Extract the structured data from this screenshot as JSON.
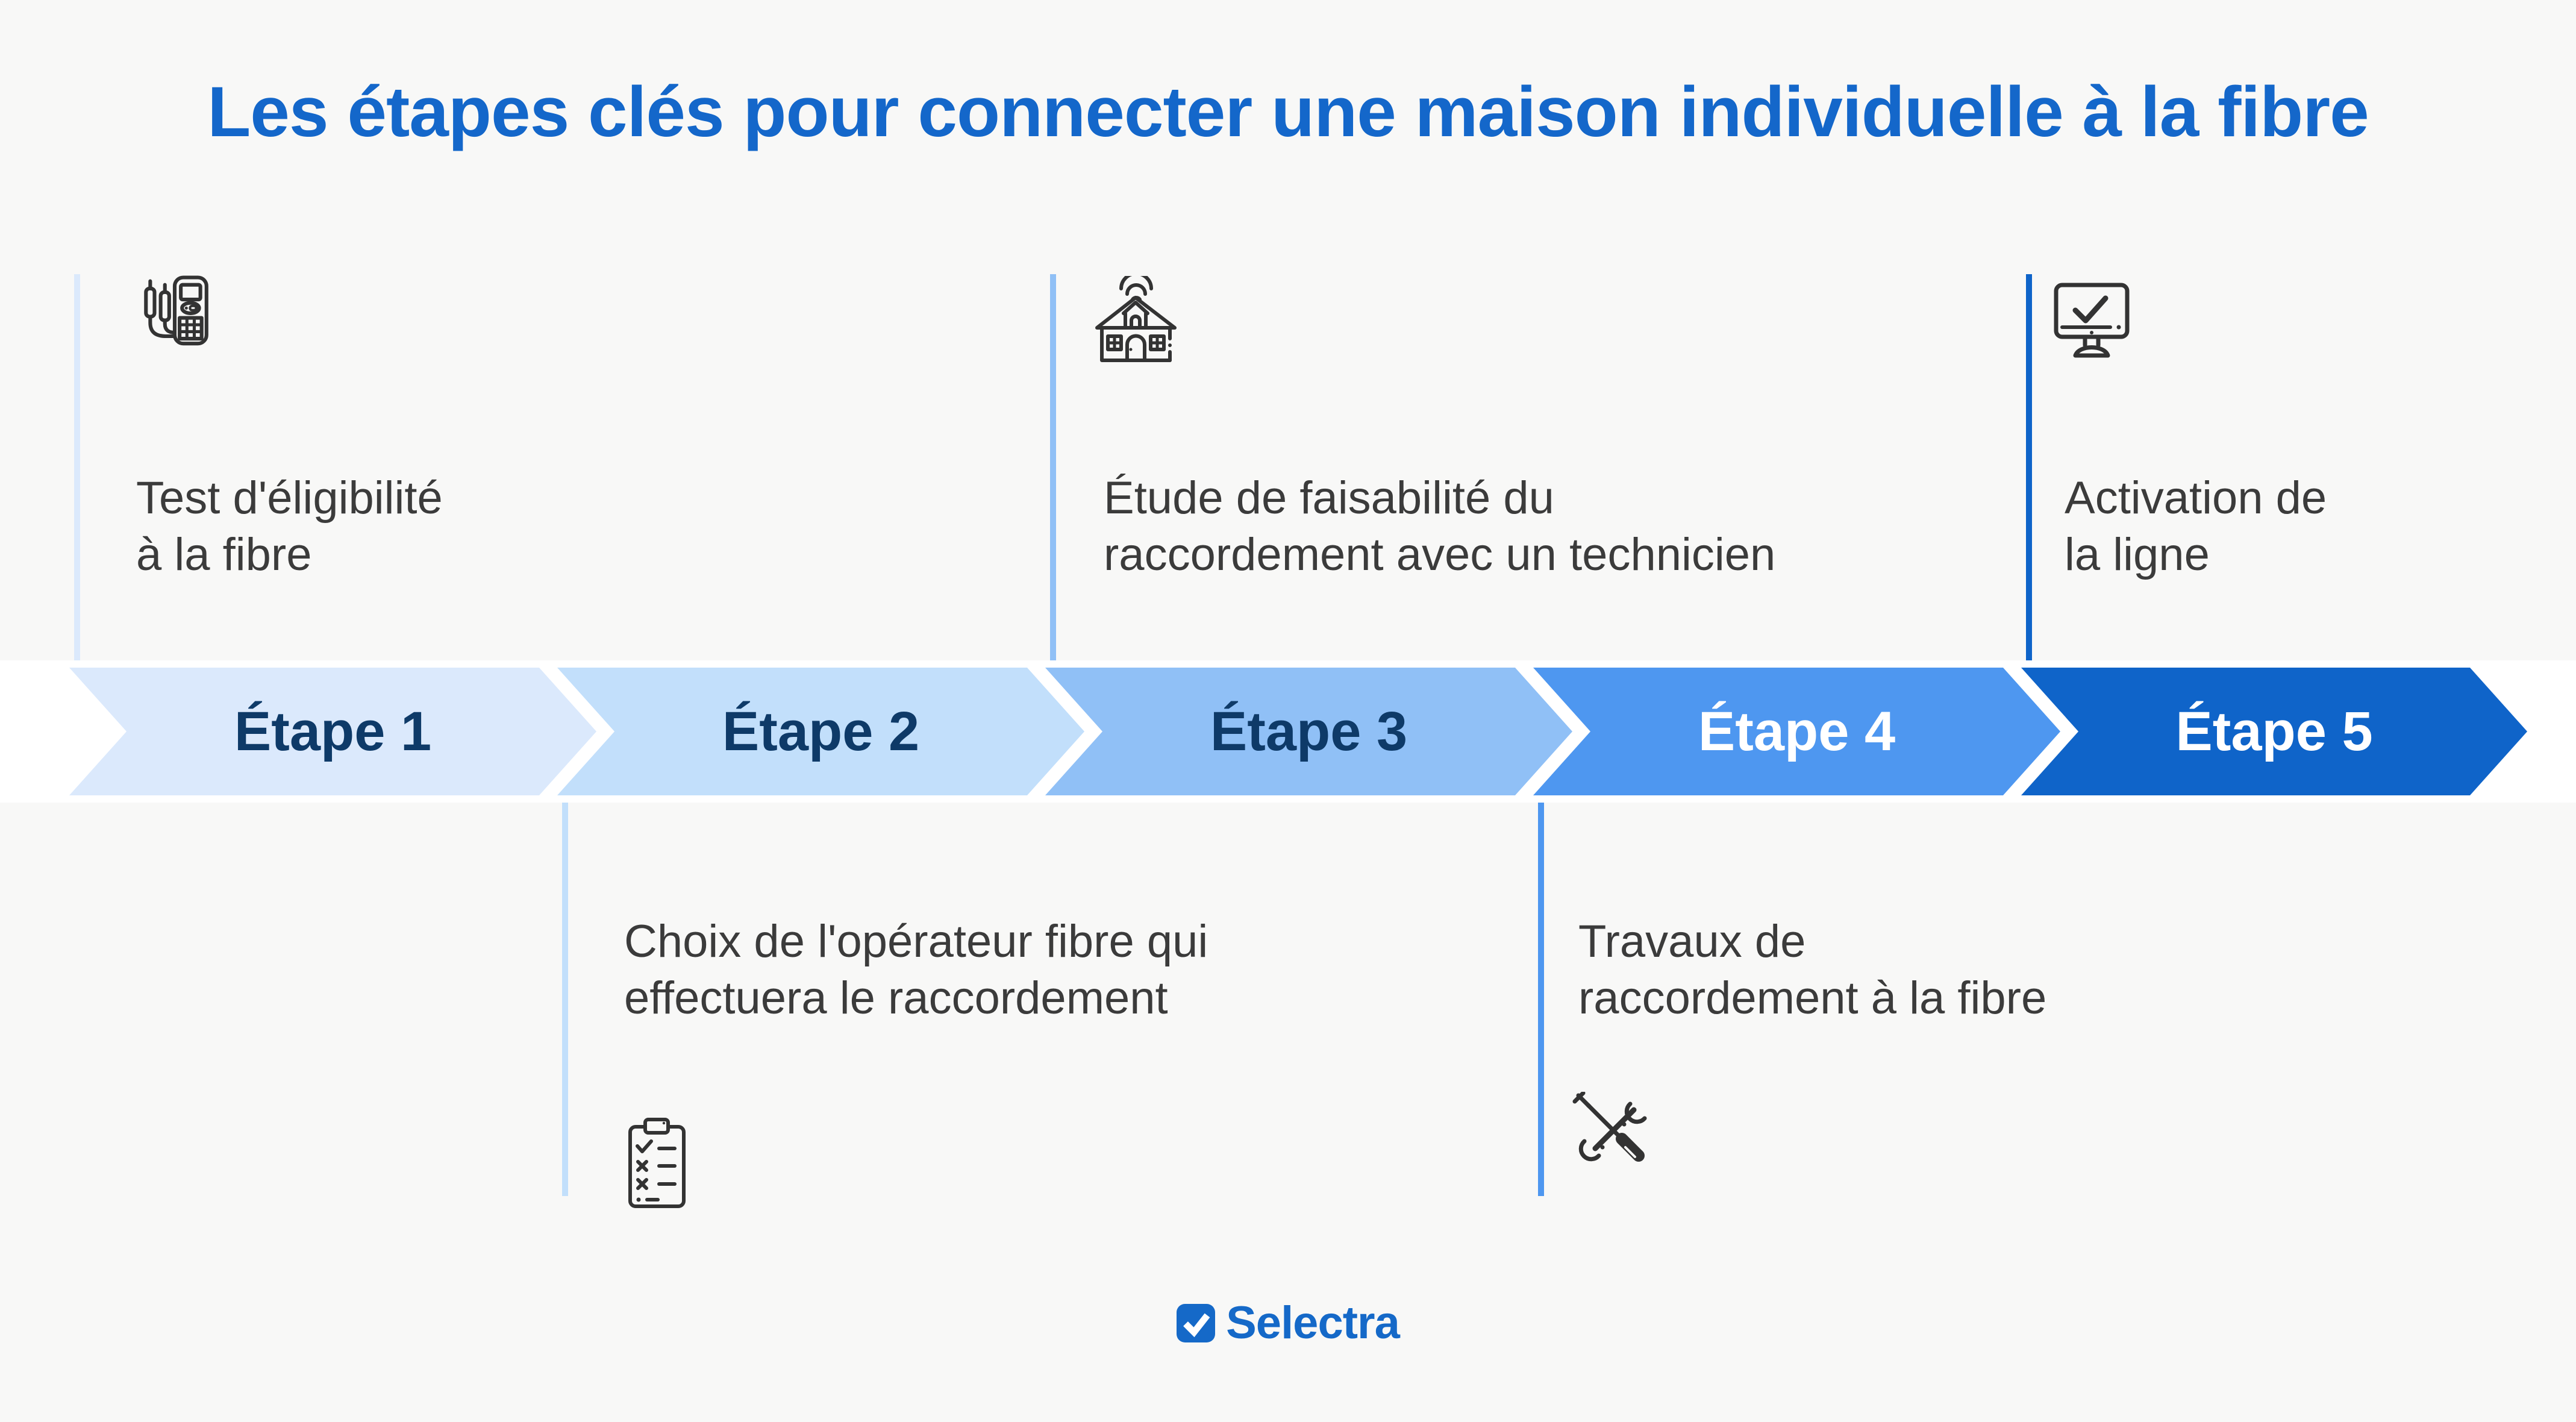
{
  "title": "Les étapes clés pour connecter une maison individuelle à la fibre",
  "colors": {
    "background": "#F8F8F7",
    "title": "#1467CA",
    "body_text": "#3B3B3B",
    "label_dark": "#0E3A68",
    "label_light": "#FFFFFF",
    "seam_white": "#FFFFFF",
    "brand_blue": "#1569C8",
    "icon_stroke": "#333333",
    "arrow_fills": [
      "#DBE9FC",
      "#C2DFFB",
      "#90C0F6",
      "#4E97F0",
      "#0F64C9"
    ]
  },
  "steps": [
    {
      "label": "Étape 1",
      "description": "Test d'éligibilité\nà la fibre",
      "icon": "multimeter-icon",
      "position": "above"
    },
    {
      "label": "Étape 2",
      "description": "Choix de l'opérateur fibre qui\neffectuera le raccordement",
      "icon": "clipboard-checklist-icon",
      "position": "below"
    },
    {
      "label": "Étape 3",
      "description": "Étude de faisabilité du\nraccordement avec un technicien",
      "icon": "house-wifi-icon",
      "position": "above"
    },
    {
      "label": "Étape 4",
      "description": "Travaux de\nraccordement à la fibre",
      "icon": "tools-icon",
      "position": "below"
    },
    {
      "label": "Étape 5",
      "description": "Activation de\nla ligne",
      "icon": "monitor-check-icon",
      "position": "above"
    }
  ],
  "footer": {
    "brand": "Selectra"
  }
}
